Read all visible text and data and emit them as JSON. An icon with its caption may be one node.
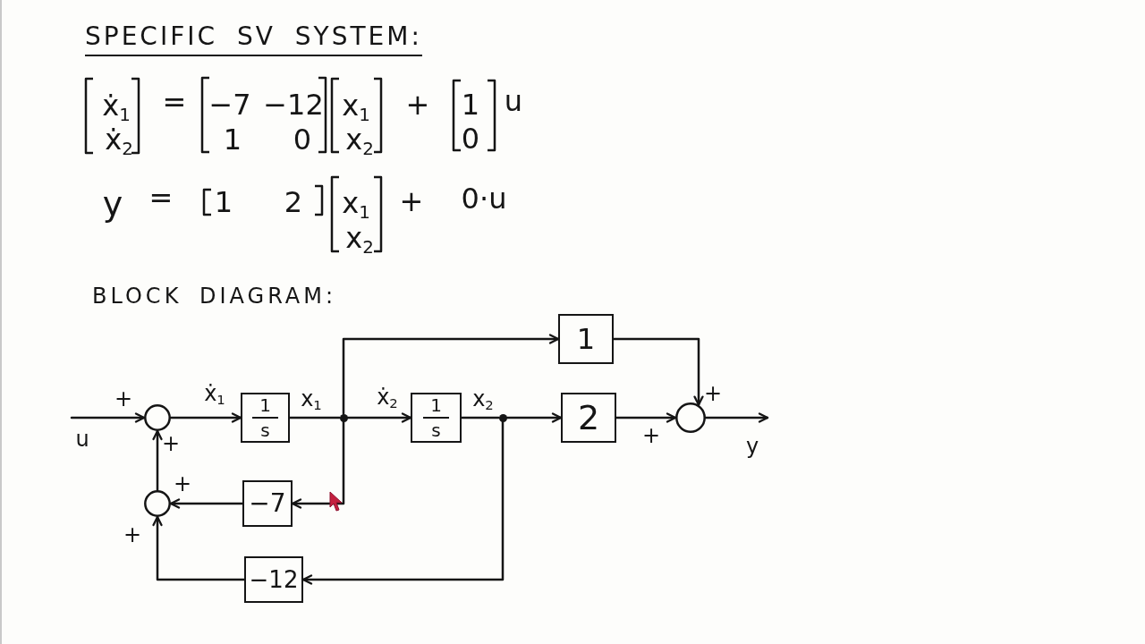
{
  "diagram": {
    "title": "SPECIFIC SV SYSTEM:",
    "nodes": [
      {
        "text": [],
        "shape": "circle",
        "beside": [
          "+",
          "+"
        ]
      },
      {
        "text": [
          "1",
          "s"
        ]
      },
      {
        "text": [],
        "shape": "dot"
      },
      {
        "text": [
          "1"
        ]
      },
      {
        "text": [
          "1",
          "s"
        ]
      },
      {
        "text": [],
        "shape": "dot"
      },
      {
        "text": [
          "2"
        ]
      },
      {
        "text": [],
        "shape": "circle",
        "beside": [
          "+",
          "+"
        ]
      },
      {
        "text": [],
        "shape": "circle",
        "beside": [
          "+",
          "+"
        ]
      },
      {
        "text": [
          "−7"
        ]
      },
      {
        "text": [
          "−12"
        ]
      }
    ],
    "edges": [
      {
        "from": null,
        "to": 0,
        "arrow": "to",
        "label": "u"
      },
      {
        "from": 0,
        "to": 1,
        "arrow": "to",
        "label": "ẋ$_{1}$"
      },
      {
        "from": 1,
        "to": 2,
        "arrow": "none",
        "label": "x$_{1}$"
      },
      {
        "from": 2,
        "to": 4,
        "arrow": "to",
        "label": "ẋ$_{2}$"
      },
      {
        "from": 2,
        "to": 3,
        "arrow": "to"
      },
      {
        "from": 2,
        "to": 9,
        "arrow": "to"
      },
      {
        "from": 4,
        "to": 5,
        "arrow": "none",
        "label": "x$_{2}$"
      },
      {
        "from": 5,
        "to": 6,
        "arrow": "to"
      },
      {
        "from": 5,
        "to": 10,
        "arrow": "to"
      },
      {
        "from": 3,
        "to": 7,
        "arrow": "to"
      },
      {
        "from": 6,
        "to": 7,
        "arrow": "to"
      },
      {
        "from": 7,
        "to": null,
        "arrow": "to",
        "label": "y"
      },
      {
        "from": 9,
        "to": 8,
        "arrow": "to"
      },
      {
        "from": 10,
        "to": 8,
        "arrow": "to"
      },
      {
        "from": 8,
        "to": 0,
        "arrow": "to"
      }
    ],
    "labels": [
      "ẋ$_{1}$",
      "ẋ$_{2}$",
      "=",
      "−7",
      "−12",
      "1",
      "0",
      "x$_{1}$",
      "x$_{2}$",
      "+",
      "1",
      "0",
      "u",
      "y",
      "=",
      "1",
      "2",
      "x$_{1}$",
      "x$_{2}$",
      "+",
      "0·u",
      "BLOCK DIAGRAM:"
    ]
  }
}
